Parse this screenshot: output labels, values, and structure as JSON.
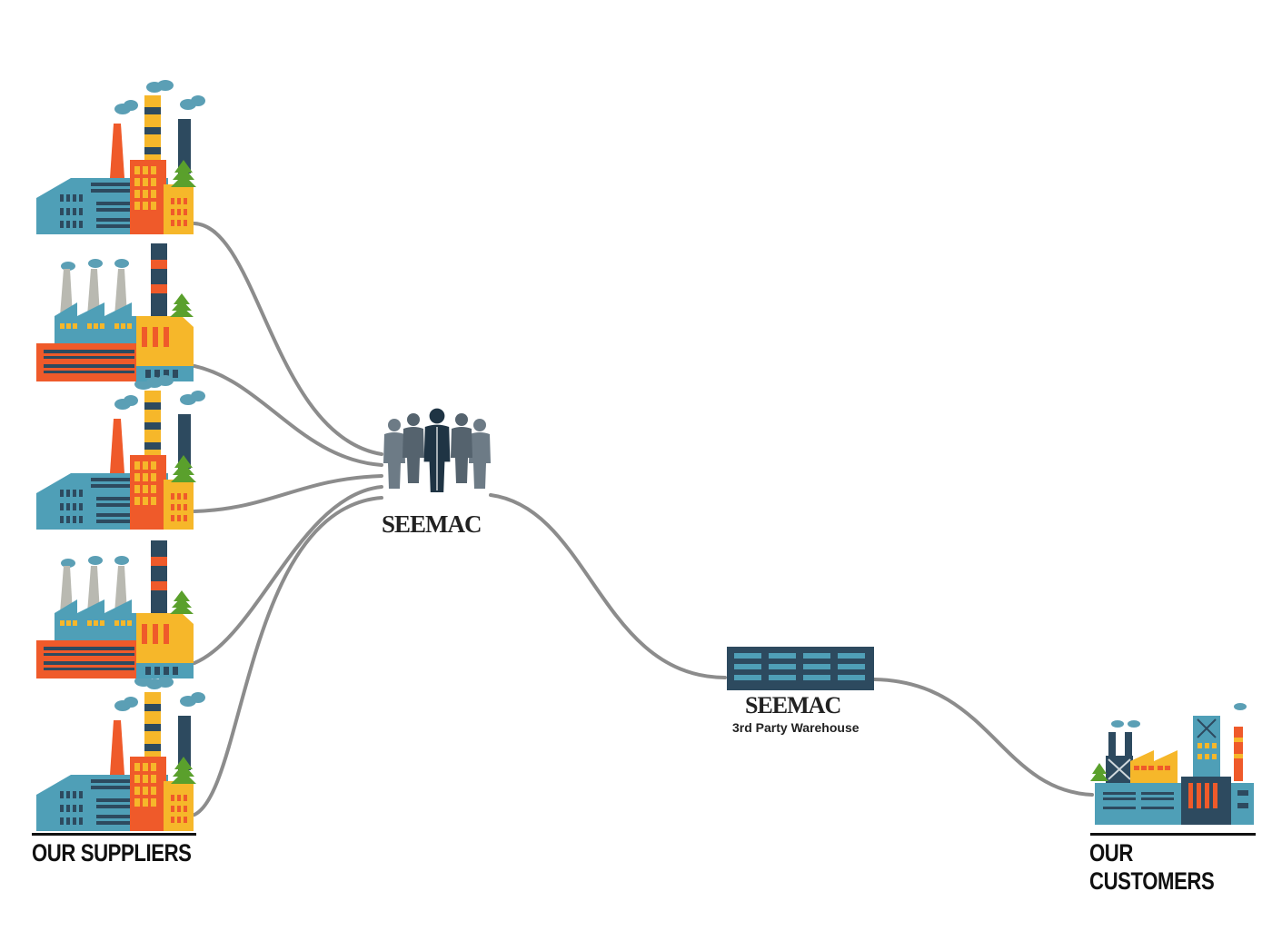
{
  "labels": {
    "suppliers": "OUR SUPPLIERS",
    "customers": "OUR CUSTOMERS"
  },
  "hub": {
    "brand": "SEEMAC"
  },
  "warehouse": {
    "brand": "SEEMAC",
    "caption": "3rd Party Warehouse"
  },
  "colors": {
    "connector": "#8c8c8c",
    "factory_blue": "#4f9fb7",
    "factory_orange": "#ef5a2a",
    "factory_yellow": "#f6b72a",
    "factory_navy": "#2d4a5f",
    "tree_green": "#5aa02c",
    "people_dark": "#1f3444",
    "people_grey": "#6d7b86"
  },
  "icons": [
    "factory-icon",
    "people-group-icon",
    "warehouse-icon",
    "tree-icon"
  ]
}
